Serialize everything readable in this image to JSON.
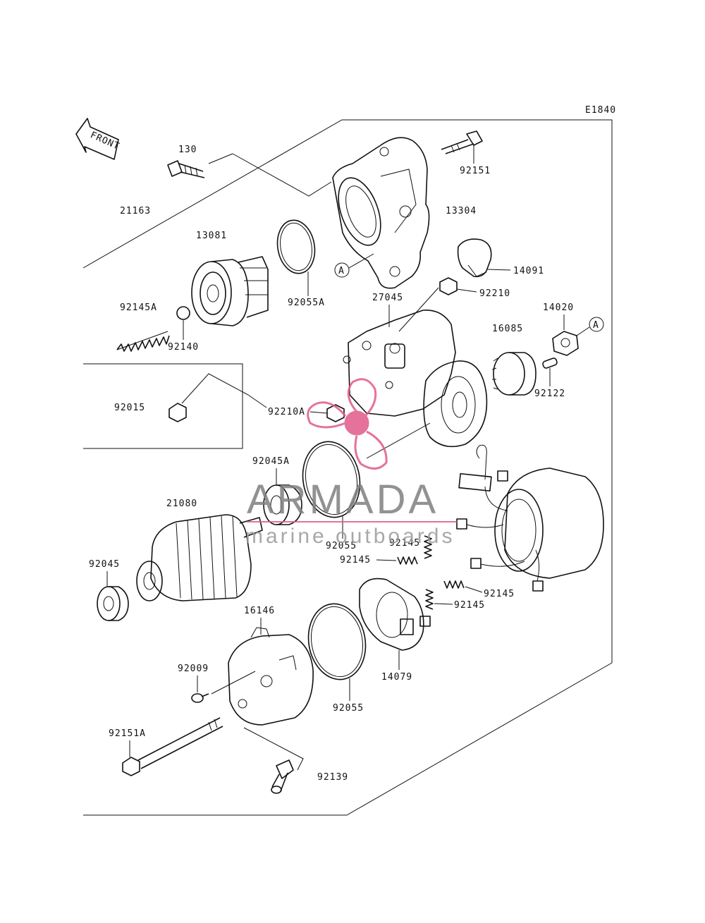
{
  "diagram_code": "E1840",
  "direction_label": "FRONT",
  "ref_mark": "A",
  "watermark": {
    "brand": "ARMADA",
    "tagline": "marine outboards",
    "color": "#e05a8a"
  },
  "labels": {
    "p130": "130",
    "p21163": "21163",
    "p13081": "13081",
    "p92055A": "92055A",
    "p92151": "92151",
    "p13304": "13304",
    "p14091": "14091",
    "p92210": "92210",
    "p27045": "27045",
    "p92145A": "92145A",
    "p92140": "92140",
    "p14020": "14020",
    "p16085": "16085",
    "p92122": "92122",
    "p92015": "92015",
    "p92210A": "92210A",
    "p92045A": "92045A",
    "p21080": "21080",
    "p92055_top": "92055",
    "p92145_a": "92145",
    "p92145_b": "92145",
    "p92145_c": "92145",
    "p92145_d": "92145",
    "p92045": "92045",
    "p16146": "16146",
    "p92009": "92009",
    "p92055_bot": "92055",
    "p14079": "14079",
    "p92151A": "92151A",
    "p92139": "92139"
  }
}
